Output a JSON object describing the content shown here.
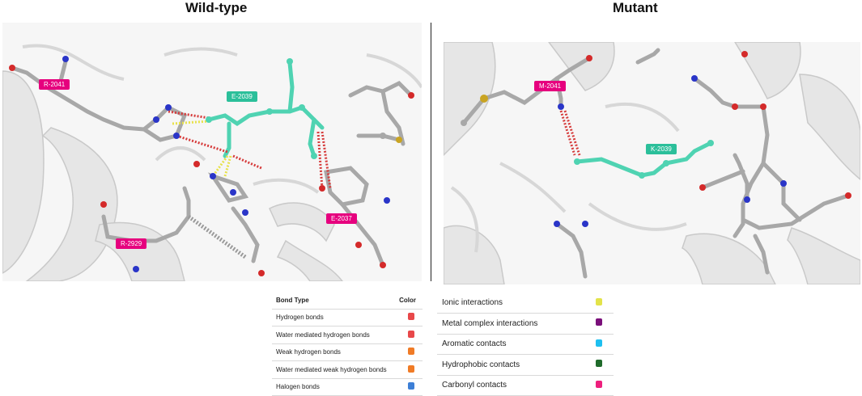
{
  "titles": {
    "left": "Wild-type",
    "right": "Mutant"
  },
  "wildtype": {
    "labels": {
      "r2041": "R-2041",
      "e2039": "E-2039",
      "e2037": "E-2037",
      "r2929": "R-2929"
    }
  },
  "mutant": {
    "labels": {
      "m2041": "M-2041",
      "k2039": "K-2039"
    }
  },
  "legend_left": {
    "header_type": "Bond Type",
    "header_color": "Color",
    "rows": [
      {
        "label": "Hydrogen bonds",
        "color": "#e8484a"
      },
      {
        "label": "Water mediated hydrogen bonds",
        "color": "#e8484a"
      },
      {
        "label": "Weak hydrogen bonds",
        "color": "#f07b26"
      },
      {
        "label": "Water mediated weak hydrogen bonds",
        "color": "#f07b26"
      },
      {
        "label": "Halogen bonds",
        "color": "#3d7fd6"
      }
    ]
  },
  "legend_right": {
    "rows": [
      {
        "label": "Ionic interactions",
        "color": "#e3e34a"
      },
      {
        "label": "Metal complex interactions",
        "color": "#7a0f7a"
      },
      {
        "label": "Aromatic contacts",
        "color": "#1ebff0"
      },
      {
        "label": "Hydrophobic contacts",
        "color": "#1f6b2b"
      },
      {
        "label": "Carbonyl contacts",
        "color": "#ee1f7d"
      }
    ]
  }
}
